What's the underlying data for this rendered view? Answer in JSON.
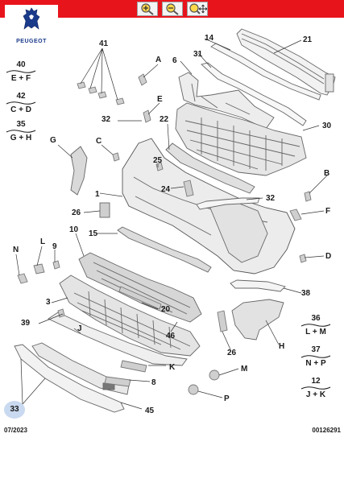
{
  "brand": "PEUGEOT",
  "toolbar": {
    "zoom_in": "zoom-in-icon",
    "zoom_out": "zoom-out-icon",
    "zoom_pan": "zoom-pan-icon"
  },
  "colors": {
    "topbar": "#e8141c",
    "marker": "#c9d9ef"
  },
  "callouts": {
    "p41": "41",
    "pA": "A",
    "p40": "40",
    "p40v": "E + F",
    "p42": "42",
    "p42v": "C + D",
    "p35": "35",
    "p35v": "G + H",
    "p32a": "32",
    "pE": "E",
    "pG": "G",
    "pC": "C",
    "p25": "25",
    "p22": "22",
    "p24": "24",
    "p1": "1",
    "p32b": "32",
    "p26a": "26",
    "p15": "15",
    "p10": "10",
    "pN": "N",
    "pL": "L",
    "p9": "9",
    "p3": "3",
    "p20": "20",
    "p39": "39",
    "pJ": "J",
    "p46": "46",
    "p26b": "26",
    "pK": "K",
    "pM": "M",
    "p8": "8",
    "pP": "P",
    "p45": "45",
    "p33": "33",
    "p14": "14",
    "p21": "21",
    "p6": "6",
    "p31": "31",
    "p30": "30",
    "pB": "B",
    "pF": "F",
    "pD": "D",
    "p38": "38",
    "p36": "36",
    "p36v": "L + M",
    "pH": "H",
    "p37": "37",
    "p37v": "N + P",
    "p12": "12",
    "p12v": "J + K"
  },
  "footer": {
    "date": "07/2023",
    "ref": "00126291"
  }
}
